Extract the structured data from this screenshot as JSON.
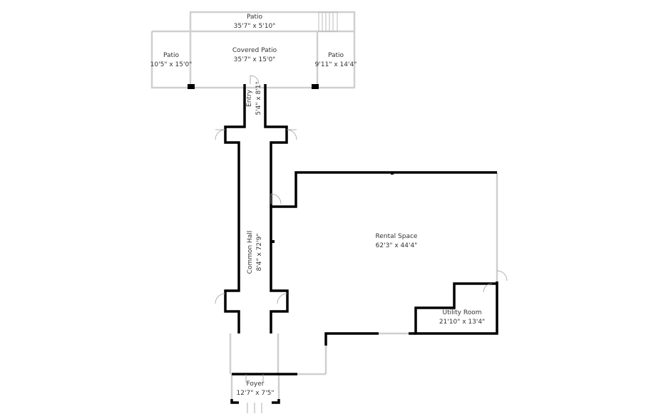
{
  "rooms": [
    {
      "name": "Patio",
      "size": "35'7\" x 5'10\""
    },
    {
      "name": "Covered Patio",
      "size": "35'7\" x 15'0\""
    },
    {
      "name": "Patio",
      "size": "10'5\" x 15'0\""
    },
    {
      "name": "Patio",
      "size": "9'11\" x 14'4\""
    },
    {
      "name": "Entry",
      "size": "5'4\" x 8'1\""
    },
    {
      "name": "Common Hall",
      "size": "8'4\" x 72'9\""
    },
    {
      "name": "Rental Space",
      "size": "62'3\" x 44'4\""
    },
    {
      "name": "Utility Room",
      "size": "21'10\" x 13'4\""
    },
    {
      "name": "Foyer",
      "size": "12'7\" x 7'5\""
    }
  ],
  "colors": {
    "wall": "#000000",
    "light_wall": "#cfcfcf",
    "text": "#333333"
  }
}
